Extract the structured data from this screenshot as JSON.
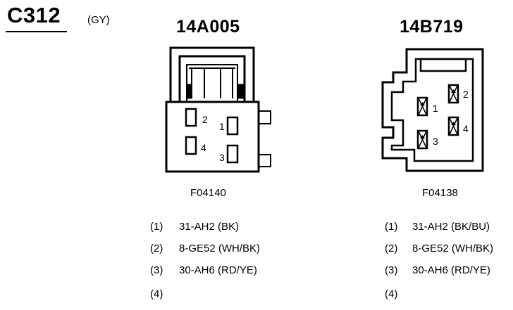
{
  "header": {
    "connector_id": "C312",
    "color_code": "(GY)"
  },
  "connectors": [
    {
      "part_number": "14A005",
      "figure_id": "F04140",
      "cavity_labels": [
        "2",
        "4",
        "1",
        "3"
      ],
      "pins": [
        {
          "num": "(1)",
          "circuit": "31-AH2 (BK)"
        },
        {
          "num": "(2)",
          "circuit": "8-GE52 (WH/BK)"
        },
        {
          "num": "(3)",
          "circuit": "30-AH6 (RD/YE)"
        },
        {
          "num": "(4)",
          "circuit": ""
        }
      ]
    },
    {
      "part_number": "14B719",
      "figure_id": "F04138",
      "cavity_labels": [
        "1",
        "2",
        "3",
        "4"
      ],
      "pins": [
        {
          "num": "(1)",
          "circuit": "31-AH2 (BK/BU)"
        },
        {
          "num": "(2)",
          "circuit": "8-GE52 (WH/BK)"
        },
        {
          "num": "(3)",
          "circuit": "30-AH6 (RD/YE)"
        },
        {
          "num": "(4)",
          "circuit": ""
        }
      ]
    }
  ]
}
